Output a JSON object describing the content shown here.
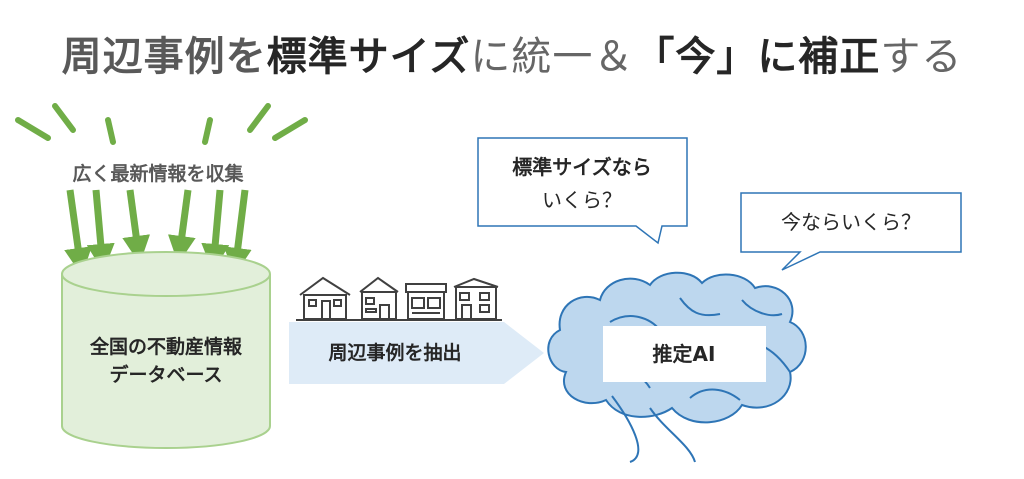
{
  "title": {
    "part1": "周辺事例を",
    "part2": "標準サイズ",
    "part3": "に統一＆",
    "part4": "「今」",
    "part5": "に補正",
    "part6": "する"
  },
  "collect_label": "広く最新情報を収集",
  "database": {
    "line1": "全国の不動産情報",
    "line2": "データベース"
  },
  "extract_arrow_label": "周辺事例を抽出",
  "ai_label": "推定AI",
  "bubble1": {
    "line1": "標準サイズなら",
    "line2": "いくら？"
  },
  "bubble2": {
    "line1": "今ならいくら？"
  },
  "colors": {
    "arrow_green": "#70AD47",
    "db_fill": "#E2EFDA",
    "db_stroke": "#A9D18E",
    "extract_arrow": "#DEEBF7",
    "brain_fill": "#BDD7EE",
    "brain_stroke": "#2E75B6",
    "bubble_stroke": "#2E75B6",
    "title_text": "#595959"
  },
  "icons": [
    "house-icon",
    "house-icon",
    "shop-icon",
    "house-icon"
  ]
}
